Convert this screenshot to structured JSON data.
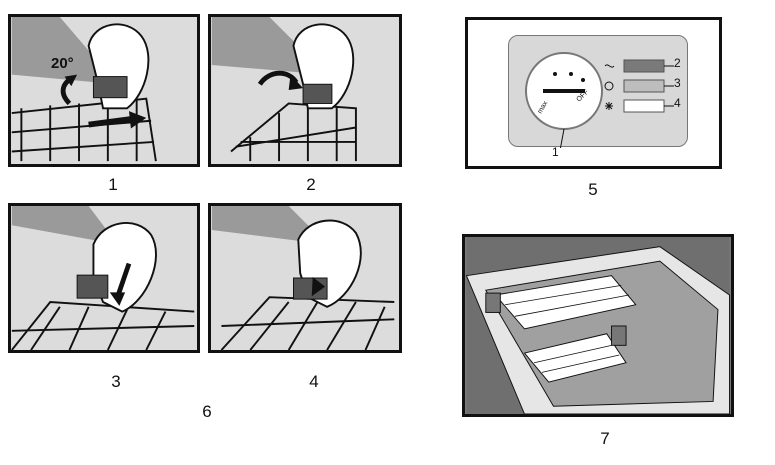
{
  "panel_labels": {
    "p1": "1",
    "p2": "2",
    "p3": "3",
    "p4": "4",
    "p5": "5",
    "p6": "6",
    "p7": "7"
  },
  "panel1_angle": "20°",
  "control_panel": {
    "dial_text_right": "OFF",
    "dial_text_left": "max",
    "callouts": [
      "1",
      "2",
      "3",
      "4"
    ],
    "lights": [
      {
        "id": "2",
        "color": "#7a7a7a"
      },
      {
        "id": "3",
        "color": "#bdbdbd"
      },
      {
        "id": "4",
        "color": "#ffffff"
      }
    ]
  }
}
